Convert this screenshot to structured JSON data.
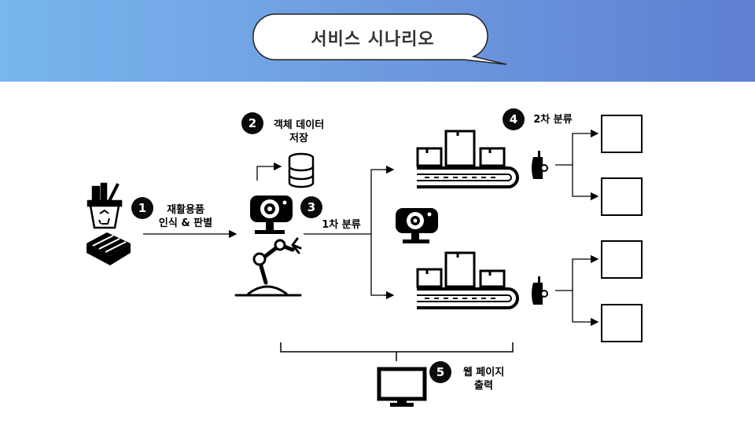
{
  "title": "서비스 시나리오",
  "colors": {
    "banner_start": "#78b6ee",
    "banner_end": "#5f7fd3",
    "badge": "#0b0b0b"
  },
  "steps": [
    {
      "number": "1",
      "line1": "재활용품",
      "line2": "인식 & 판별"
    },
    {
      "number": "2",
      "line1": "객체 데이터",
      "line2": "저장"
    },
    {
      "number": "3",
      "line1": "1차 분류"
    },
    {
      "number": "4",
      "line1": "2차 분류"
    },
    {
      "number": "5",
      "line1": "웹 페이지",
      "line2": "출력"
    }
  ],
  "icons": [
    "recycle-bin-icon",
    "pallet-icon",
    "database-icon",
    "camera-icon",
    "robot-arm-icon",
    "conveyor-belt-icon",
    "scanner-icon",
    "monitor-icon"
  ]
}
